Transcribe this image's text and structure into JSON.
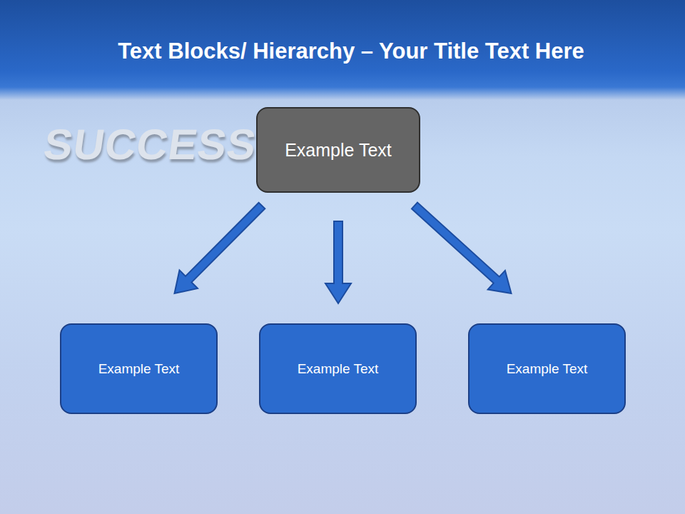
{
  "diagram": {
    "title": "Text Blocks/ Hierarchy – Your Title Text Here",
    "nodes": [
      {
        "text": [
          "Example Text"
        ]
      },
      {
        "text": [
          "Example Text"
        ]
      },
      {
        "text": [
          "Example Text"
        ]
      },
      {
        "text": [
          "Example Text"
        ]
      }
    ],
    "edges": [
      {
        "from": 0,
        "to": 1,
        "arrow": "to"
      },
      {
        "from": 0,
        "to": 2,
        "arrow": "to"
      },
      {
        "from": 0,
        "to": 3,
        "arrow": "to"
      }
    ],
    "labels": [
      "SUCCESS"
    ]
  }
}
